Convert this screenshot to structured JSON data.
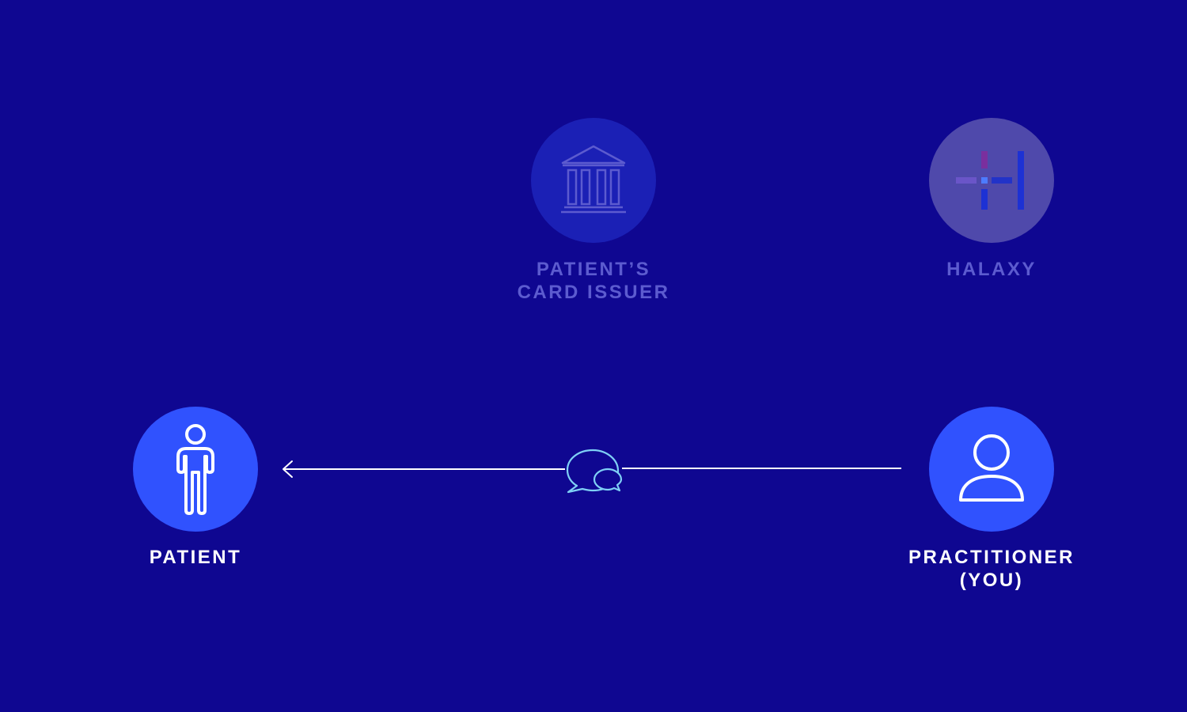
{
  "colors": {
    "background": "#0f0791",
    "active_node": "#3052fe",
    "issuer_node_faded": "#1b20b5",
    "halaxy_node_faded": "#4f49ab",
    "active_label": "#ffffff",
    "faded_label": "#5c5bcf",
    "message_icon": "#7fd0f5"
  },
  "nodes": {
    "card_issuer": {
      "label": "PATIENT’S\nCARD ISSUER",
      "icon": "bank-icon",
      "state": "faded"
    },
    "halaxy": {
      "label": "HALAXY",
      "icon": "halaxy-logo",
      "state": "faded"
    },
    "patient": {
      "label": "PATIENT",
      "icon": "person-icon",
      "state": "active"
    },
    "practitioner": {
      "label": "PRACTITIONER\n(YOU)",
      "icon": "user-icon",
      "state": "active"
    }
  },
  "flow": {
    "from": "practitioner",
    "to": "patient",
    "icon": "chat-bubbles-icon"
  }
}
